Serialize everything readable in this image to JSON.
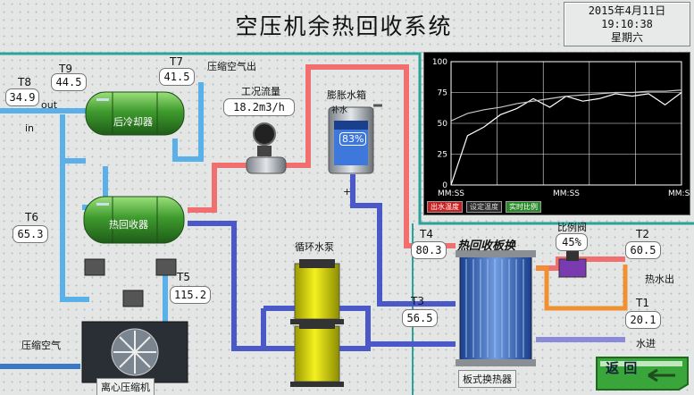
{
  "header": {
    "title": "空压机余热回收系统"
  },
  "clock": {
    "date": "2015年4月11日",
    "time": "19:10:38",
    "weekday": "星期六"
  },
  "tags": {
    "T8": {
      "label": "T8",
      "value": "34.9"
    },
    "T9": {
      "label": "T9",
      "value": "44.5"
    },
    "T7": {
      "label": "T7",
      "value": "41.5"
    },
    "T6": {
      "label": "T6",
      "value": "65.3"
    },
    "T5": {
      "label": "T5",
      "value": "115.2"
    },
    "T4": {
      "label": "T4",
      "value": "80.3"
    },
    "T3": {
      "label": "T3",
      "value": "56.5"
    },
    "T2": {
      "label": "T2",
      "value": "60.5"
    },
    "T1": {
      "label": "T1",
      "value": "20.1"
    }
  },
  "labels": {
    "out": "out",
    "in": "in",
    "compressed_air_out": "压缩空气出",
    "after_cooler": "后冷却器",
    "heat_recovery": "热回收器",
    "flow_label": "工况流量",
    "flow_value": "18.2m3/h",
    "expansion_tank": "膨胀水箱",
    "refill": "补水",
    "tank_level": "83%",
    "circ_pump": "循环水泵",
    "plate_hx_title": "热回收板换",
    "plate_hx": "板式换热器",
    "prop_valve": "比例阀",
    "valve_open": "45%",
    "hot_water_out": "热水出",
    "water_in": "水进",
    "compressed_air": "压缩空气",
    "centrifugal": "离心压缩机",
    "plus": "+"
  },
  "chart_data": {
    "type": "line",
    "x": [
      "MM:SS",
      "MM:SS",
      "MM:SS"
    ],
    "yticks": [
      0,
      25,
      50,
      75,
      100
    ],
    "ylim": [
      0,
      100
    ],
    "grid": true,
    "legend": [
      "出水温度",
      "设定温度",
      "实时比例"
    ],
    "series": [
      {
        "name": "出水温度",
        "values": [
          0,
          40,
          47,
          57,
          62,
          70,
          63,
          72,
          68,
          70,
          74,
          72,
          74,
          65,
          75
        ]
      },
      {
        "name": "设定温度",
        "values": [
          52,
          58,
          61,
          63,
          66,
          68,
          70,
          72,
          73,
          74,
          75,
          75,
          76,
          76,
          77
        ]
      },
      {
        "name": "实时比例",
        "values": [
          76,
          76,
          76,
          76,
          76,
          76,
          76,
          76,
          76,
          76,
          76,
          76,
          76,
          76,
          76
        ]
      }
    ]
  },
  "back": {
    "label": "返 回"
  },
  "colors": {
    "hot": "#e8504e",
    "cold": "#3a62c8",
    "air": "#3aa6e0",
    "chart_bg": "#000000"
  }
}
